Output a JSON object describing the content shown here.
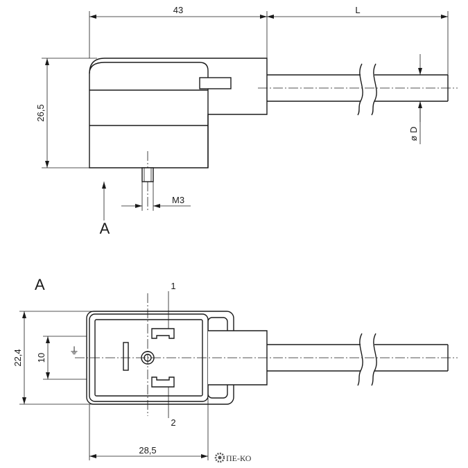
{
  "top_view": {
    "dim_width": "43",
    "dim_length": "L",
    "dim_height": "26,5",
    "dim_thread": "M3",
    "dim_diameter": "ø D",
    "view_arrow_label": "A"
  },
  "bottom_view": {
    "view_label": "A",
    "dim_height": "22,4",
    "dim_pin_spacing": "10",
    "dim_width": "28,5",
    "pin_1_label": "1",
    "pin_2_label": "2",
    "ground_symbol": "⏚"
  },
  "logo": {
    "text": "ПЕ-КО",
    "icon": "gear-logo-icon"
  }
}
